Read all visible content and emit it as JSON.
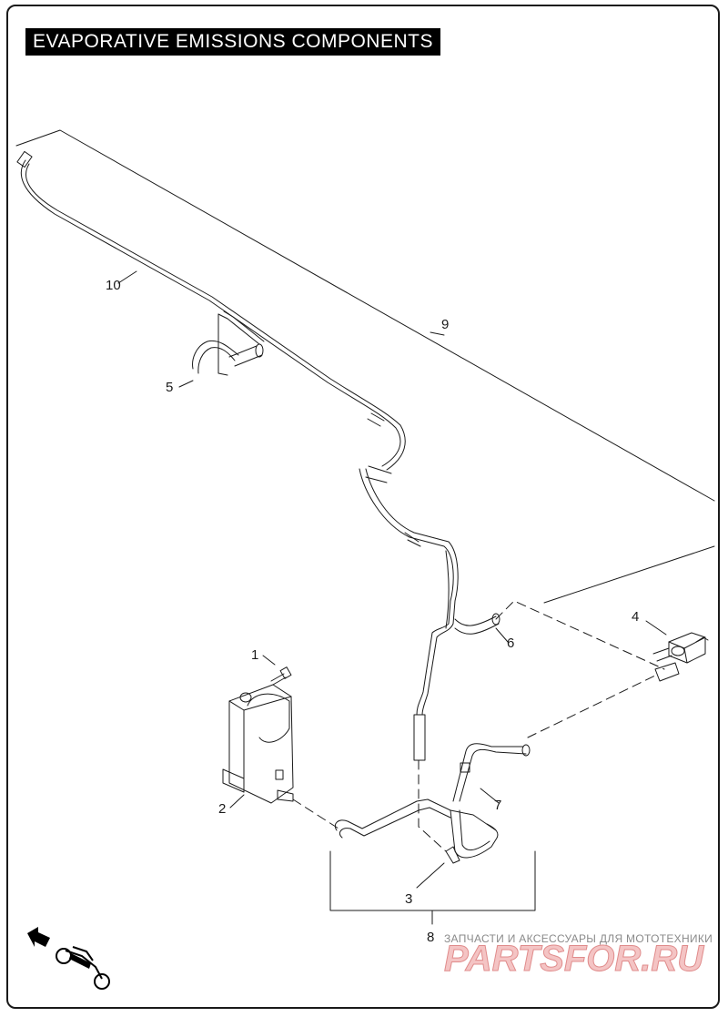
{
  "title": "EVAPORATIVE EMISSIONS COMPONENTS",
  "callouts": [
    "1",
    "2",
    "3",
    "4",
    "5",
    "6",
    "7",
    "8",
    "9",
    "10"
  ],
  "watermark": {
    "tagline": "ЗАПЧАСТИ И АКСЕССУАРЫ ДЛЯ МОТОТЕХНИКИ",
    "logo": "PARTSFOR.RU"
  },
  "colors": {
    "line": "#1a1a1a",
    "title_background": "#000000",
    "title_text": "#ffffff",
    "watermark_logo": "#f4c4c4"
  },
  "icons": {
    "direction": "forward-arrow-motorcycle-icon"
  }
}
